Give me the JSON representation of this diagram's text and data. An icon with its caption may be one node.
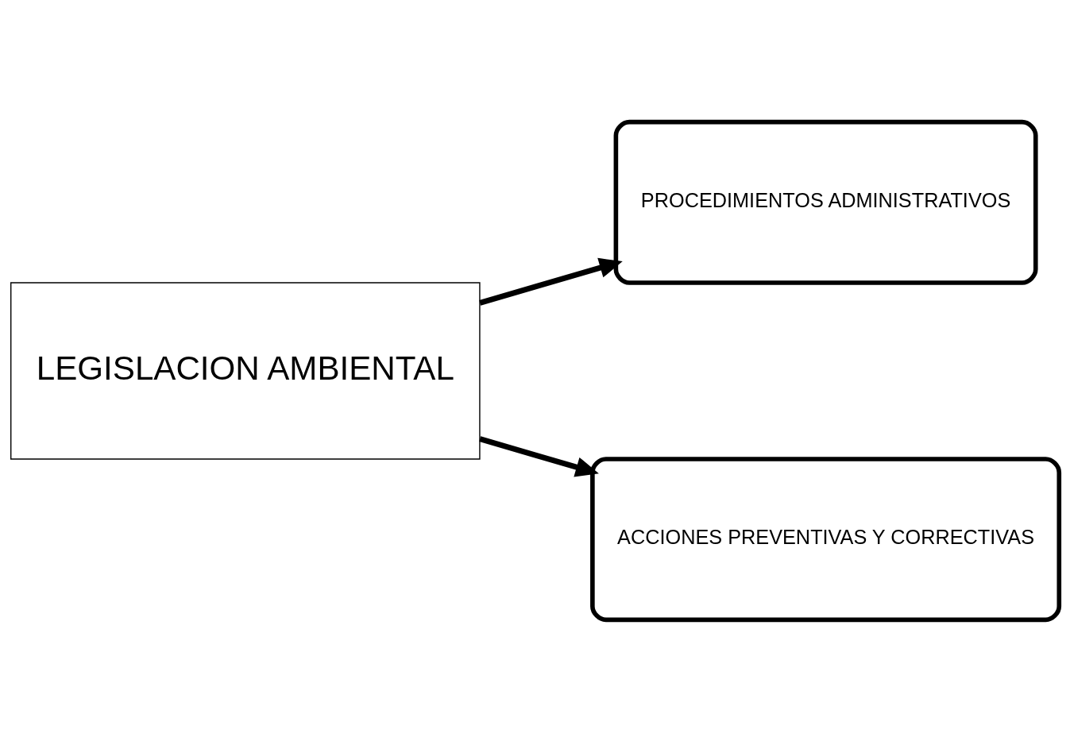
{
  "diagram": {
    "nodes": [
      {
        "text": [
          "LEGISLACION AMBIENTAL"
        ]
      },
      {
        "text": [
          "PROCEDIMIENTOS ADMINISTRATIVOS"
        ]
      },
      {
        "text": [
          "ACCIONES PREVENTIVAS Y CORRECTIVAS"
        ]
      }
    ],
    "edges": [
      {
        "from": 0,
        "to": 1,
        "arrow": "to"
      },
      {
        "from": 0,
        "to": 2,
        "arrow": "to"
      }
    ]
  }
}
